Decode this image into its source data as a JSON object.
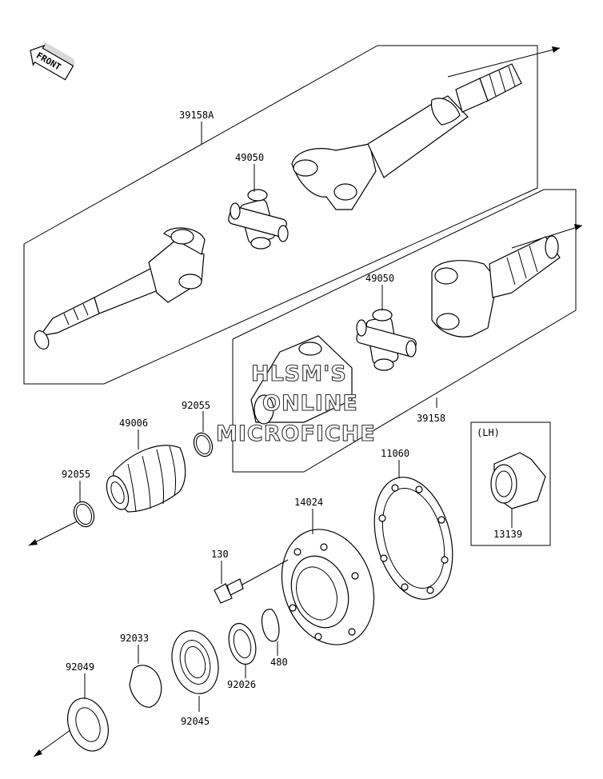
{
  "front_badge": "FRONT",
  "watermark": {
    "line1": "HLSM'S",
    "line2": "ONLINE",
    "line3": "MICROFICHE"
  },
  "lh_label": "(LH)",
  "parts": {
    "p39158A": "39158A",
    "p49050a": "49050",
    "p49050b": "49050",
    "p39158": "39158",
    "p92055a": "92055",
    "p92055b": "92055",
    "p49006": "49006",
    "p11060": "11060",
    "p14024": "14024",
    "p130": "130",
    "p92033": "92033",
    "p480": "480",
    "p92026": "92026",
    "p92049": "92049",
    "p92045": "92045",
    "p13139": "13139"
  }
}
